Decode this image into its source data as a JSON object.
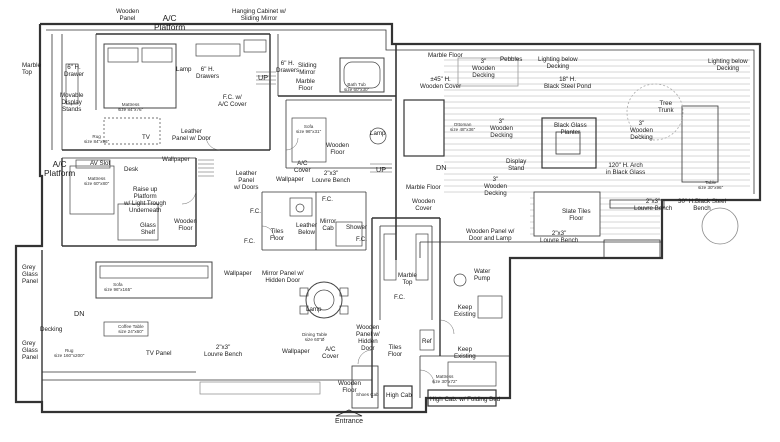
{
  "labels": {
    "wooden_panel_top": "Wooden\nPanel",
    "ac_platform_top": "A/C\nPlatform",
    "hanging_cabinet": "Hanging Cabinet w/\nSliding Mirror",
    "marble_top": "Marble\nTop",
    "drawer_6": "6\" H.\nDrawer",
    "movable_stands": "Movable\nDisplay\nStands",
    "mattress_master": "Mattress\nsize 84\"x76\"",
    "lamp_master": "Lamp",
    "drawers_6": "6\" H.\nDrawers",
    "drawers_6b": "6\" H.\nDrawers",
    "sliding_mirror": "Sliding\nMirror",
    "marble_floor_bath": "Marble\nFloor",
    "fc_ac_cover": "F.C. w/\nA/C Cover",
    "up_1": "UP",
    "bath_tub": "Bath Tub\nsize 60\"x30\"",
    "rug_master": "Rug\nsize 84\"x96\"",
    "tv_master": "TV",
    "leather_panel_door": "Leather\nPanel w/ Door",
    "sofa_study": "Sofa\nsize 96\"x31\"",
    "wooden_floor_study": "Wooden\nFloor",
    "lamp_study": "Lamp",
    "av_slot": "AV Slot",
    "ac_platform_left": "A/C\nPlatform",
    "wallpaper_1": "Wallpaper",
    "mattress_guest": "Mattress\nsize 60\"x80\"",
    "desk": "Desk",
    "raised_platform": "Raise up\nPlatform\nw/ Light Trough\nUnderneath",
    "glass_shelf": "Glass\nShelf",
    "wooden_floor_guest": "Wooden\nFloor",
    "leather_panel_doors": "Leather\nPanel\nw/ Doors",
    "ac_cover_mid": "A/C\nCover",
    "louvre_bench_mid": "2\"x3\"\nLouvre Bench",
    "up_2": "UP",
    "wallpaper_mid": "Wallpaper",
    "fc_1": "F.C.",
    "fc_2": "F.C.",
    "fc_3": "F.C.",
    "fc_4": "F.C.",
    "tiles_floor_1": "Tiles\nFloor",
    "leather_below": "Leather\nBelow",
    "mirror_cab": "Mirror\nCab",
    "shower": "Shower",
    "marble_floor_top": "Marble Floor",
    "wooden_decking_top": "3\"\nWooden\nDecking",
    "pebbles": "Pebbles",
    "wooden_cover_45": "±45\" H.\nWooden Cover",
    "lighting_below_1": "Lighting below\nDecking",
    "black_steel_pond": "18\" H.\nBlack Steel Pond",
    "lighting_below_2": "Lighting below\nDecking",
    "ottoman": "Ottoman\nsize 48\"x36\"",
    "wooden_decking_mid": "3\"\nWooden\nDecking",
    "black_glass_planter": "Black Glass\nPlanter",
    "tree_top": "Tree\nTrunk",
    "wooden_decking_right": "3\"\nWooden\nDecking",
    "dn_1": "DN",
    "display_stand": "Display\nStand",
    "marble_floor_mid": "Marble Floor",
    "wooden_decking_center": "3\"\nWooden\nDecking",
    "arch": "120\" H. Arch\nin Black Glass",
    "table_right": "Table\nsize 30\"x96\"",
    "wooden_cover_mid": "Wooden\nCover",
    "slate_tiles": "Slate Tiles\nFloor",
    "louvre_bench_right": "2\"x3\"\nLouvre Bench",
    "black_steel_bench": "30\" H.Black Steel\nBench",
    "wooden_panel_door_lamp": "Wooden Panel w/\nDoor and Lamp",
    "louvre_bench_deck": "2\"x3\"\nLouvre Bench",
    "wallpaper_2": "Wallpaper",
    "grey_glass_top": "Grey\nGlass\nPanel",
    "sofa_living": "Sofa\nsize 96\"x165\"",
    "mirror_panel": "Mirror Panel w/\nHidden Door",
    "marble_top_kitchen": "Marble\nTop",
    "fc_kitchen": "F.C.",
    "water_pump": "Water\nPump",
    "dn_2": "DN",
    "decking_left": "Decking",
    "coffee_table": "Coffee Table\nsize 24\"x60\"",
    "lamp_dining": "Lamp",
    "dining_table": "Dining Table\nsize 60\"Ø",
    "wooden_panel_hidden": "Wooden\nPanel w/\nHidden\nDoor",
    "keep_existing_1": "Keep\nExisting",
    "grey_glass_bottom": "Grey\nGlass\nPanel",
    "rug_living": "Rug\nsize 160\"x200\"",
    "tv_panel": "TV Panel",
    "louvre_bench_living": "2\"x3\"\nLouvre Bench",
    "wallpaper_3": "Wallpaper",
    "ac_cover_bottom": "A/C\nCover",
    "tiles_floor_2": "Tiles\nFloor",
    "ref": "Ref",
    "keep_existing_2": "Keep\nExisting",
    "wooden_floor_bottom": "Wooden\nFloor",
    "shoes_cab": "Shoes Cab",
    "high_cab": "High Cab",
    "mattress_maid": "Mattress\nsize 30\"x72\"",
    "high_cab_folding": "High Cab. w/ Folding Bed",
    "entrance": "Entrance"
  }
}
